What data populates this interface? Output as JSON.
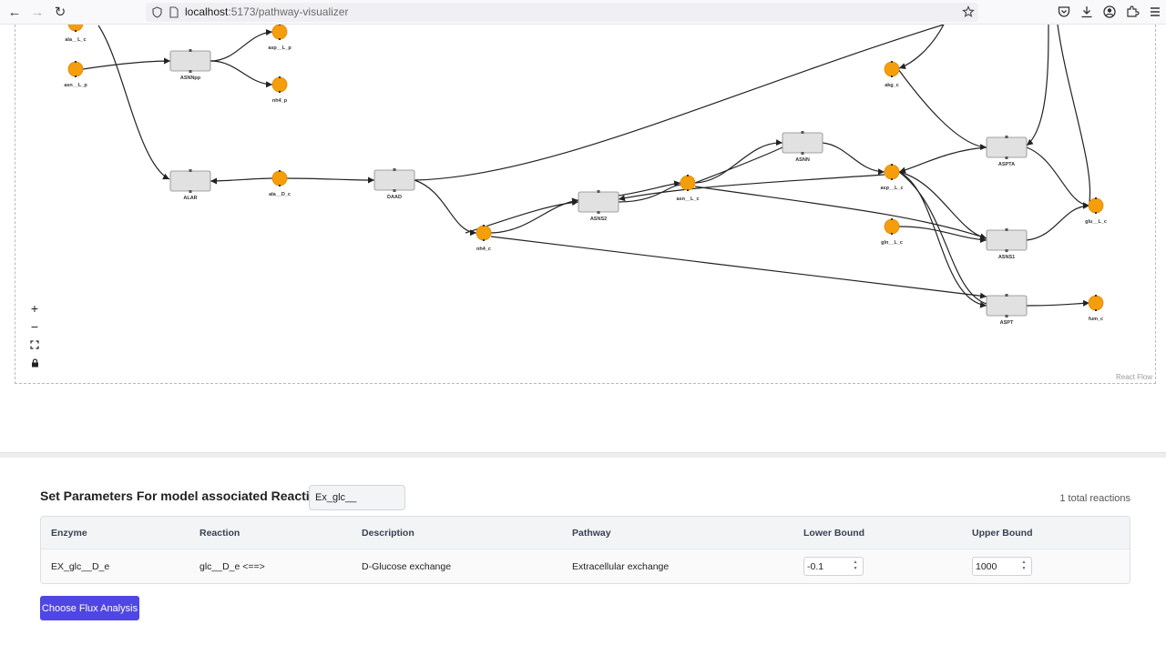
{
  "browser": {
    "url_host": "localhost",
    "url_path": ":5173/pathway-visualizer"
  },
  "flow": {
    "attribution": "React Flow",
    "metabolites": [
      {
        "id": "ala__L_c",
        "label": "ala__L_c"
      },
      {
        "id": "asn__L_p",
        "label": "asn__L_p"
      },
      {
        "id": "asp__L_p",
        "label": "asp__L_p"
      },
      {
        "id": "nh4_p",
        "label": "nh4_p"
      },
      {
        "id": "ala__D_c",
        "label": "ala__D_c"
      },
      {
        "id": "nh4_c",
        "label": "nh4_c"
      },
      {
        "id": "asn__L_c",
        "label": "asn__L_c"
      },
      {
        "id": "akg_c",
        "label": "akg_c"
      },
      {
        "id": "asp__L_c",
        "label": "asp__L_c"
      },
      {
        "id": "gln__L_c",
        "label": "gln__L_c"
      },
      {
        "id": "glu__L_c",
        "label": "glu__L_c"
      },
      {
        "id": "fum_c",
        "label": "fum_c"
      }
    ],
    "reactions": [
      {
        "id": "ASNNpp",
        "label": "ASNNpp"
      },
      {
        "id": "ALAR",
        "label": "ALAR"
      },
      {
        "id": "DAAD",
        "label": "DAAD"
      },
      {
        "id": "ASNS2",
        "label": "ASNS2"
      },
      {
        "id": "ASNN",
        "label": "ASNN"
      },
      {
        "id": "ASPTA",
        "label": "ASPTA"
      },
      {
        "id": "ASNS1",
        "label": "ASNS1"
      },
      {
        "id": "ASPT",
        "label": "ASPT"
      }
    ],
    "colors": {
      "metabolite": "#f59e0b",
      "reaction_fill": "#e1e1e1",
      "edge": "#222222"
    }
  },
  "params": {
    "title": "Set Parameters For model associated Reactions",
    "search_value": "Ex_glc__",
    "total_reactions": "1 total reactions",
    "columns": [
      "Enzyme",
      "Reaction",
      "Description",
      "Pathway",
      "Lower Bound",
      "Upper Bound"
    ],
    "rows": [
      {
        "enzyme": "EX_glc__D_e",
        "reaction": "glc__D_e <==>",
        "description": "D-Glucose exchange",
        "pathway": "Extracellular exchange",
        "lower_bound": "-0.1",
        "upper_bound": "1000"
      }
    ],
    "button_label": "Choose Flux Analysis",
    "accent": "#4f46e5"
  }
}
